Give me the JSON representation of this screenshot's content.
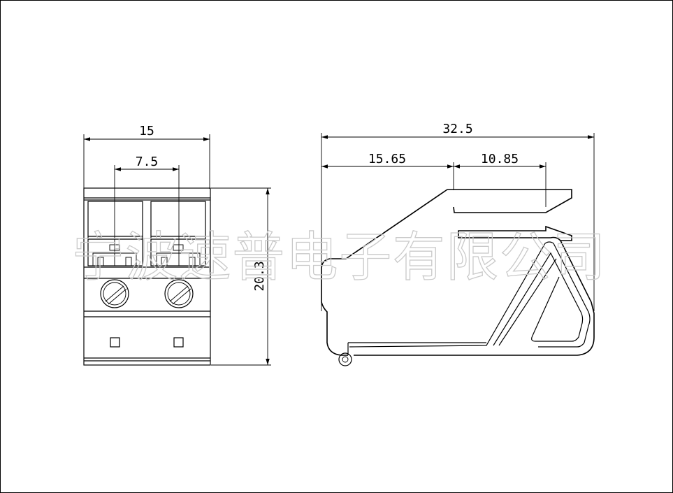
{
  "watermark": "宁波速普电子有限公司",
  "front_view": {
    "overall_width": "15",
    "pitch": "7.5",
    "height": "20.3"
  },
  "side_view": {
    "overall_length": "32.5",
    "left_segment": "15.65",
    "right_segment": "10.85"
  }
}
